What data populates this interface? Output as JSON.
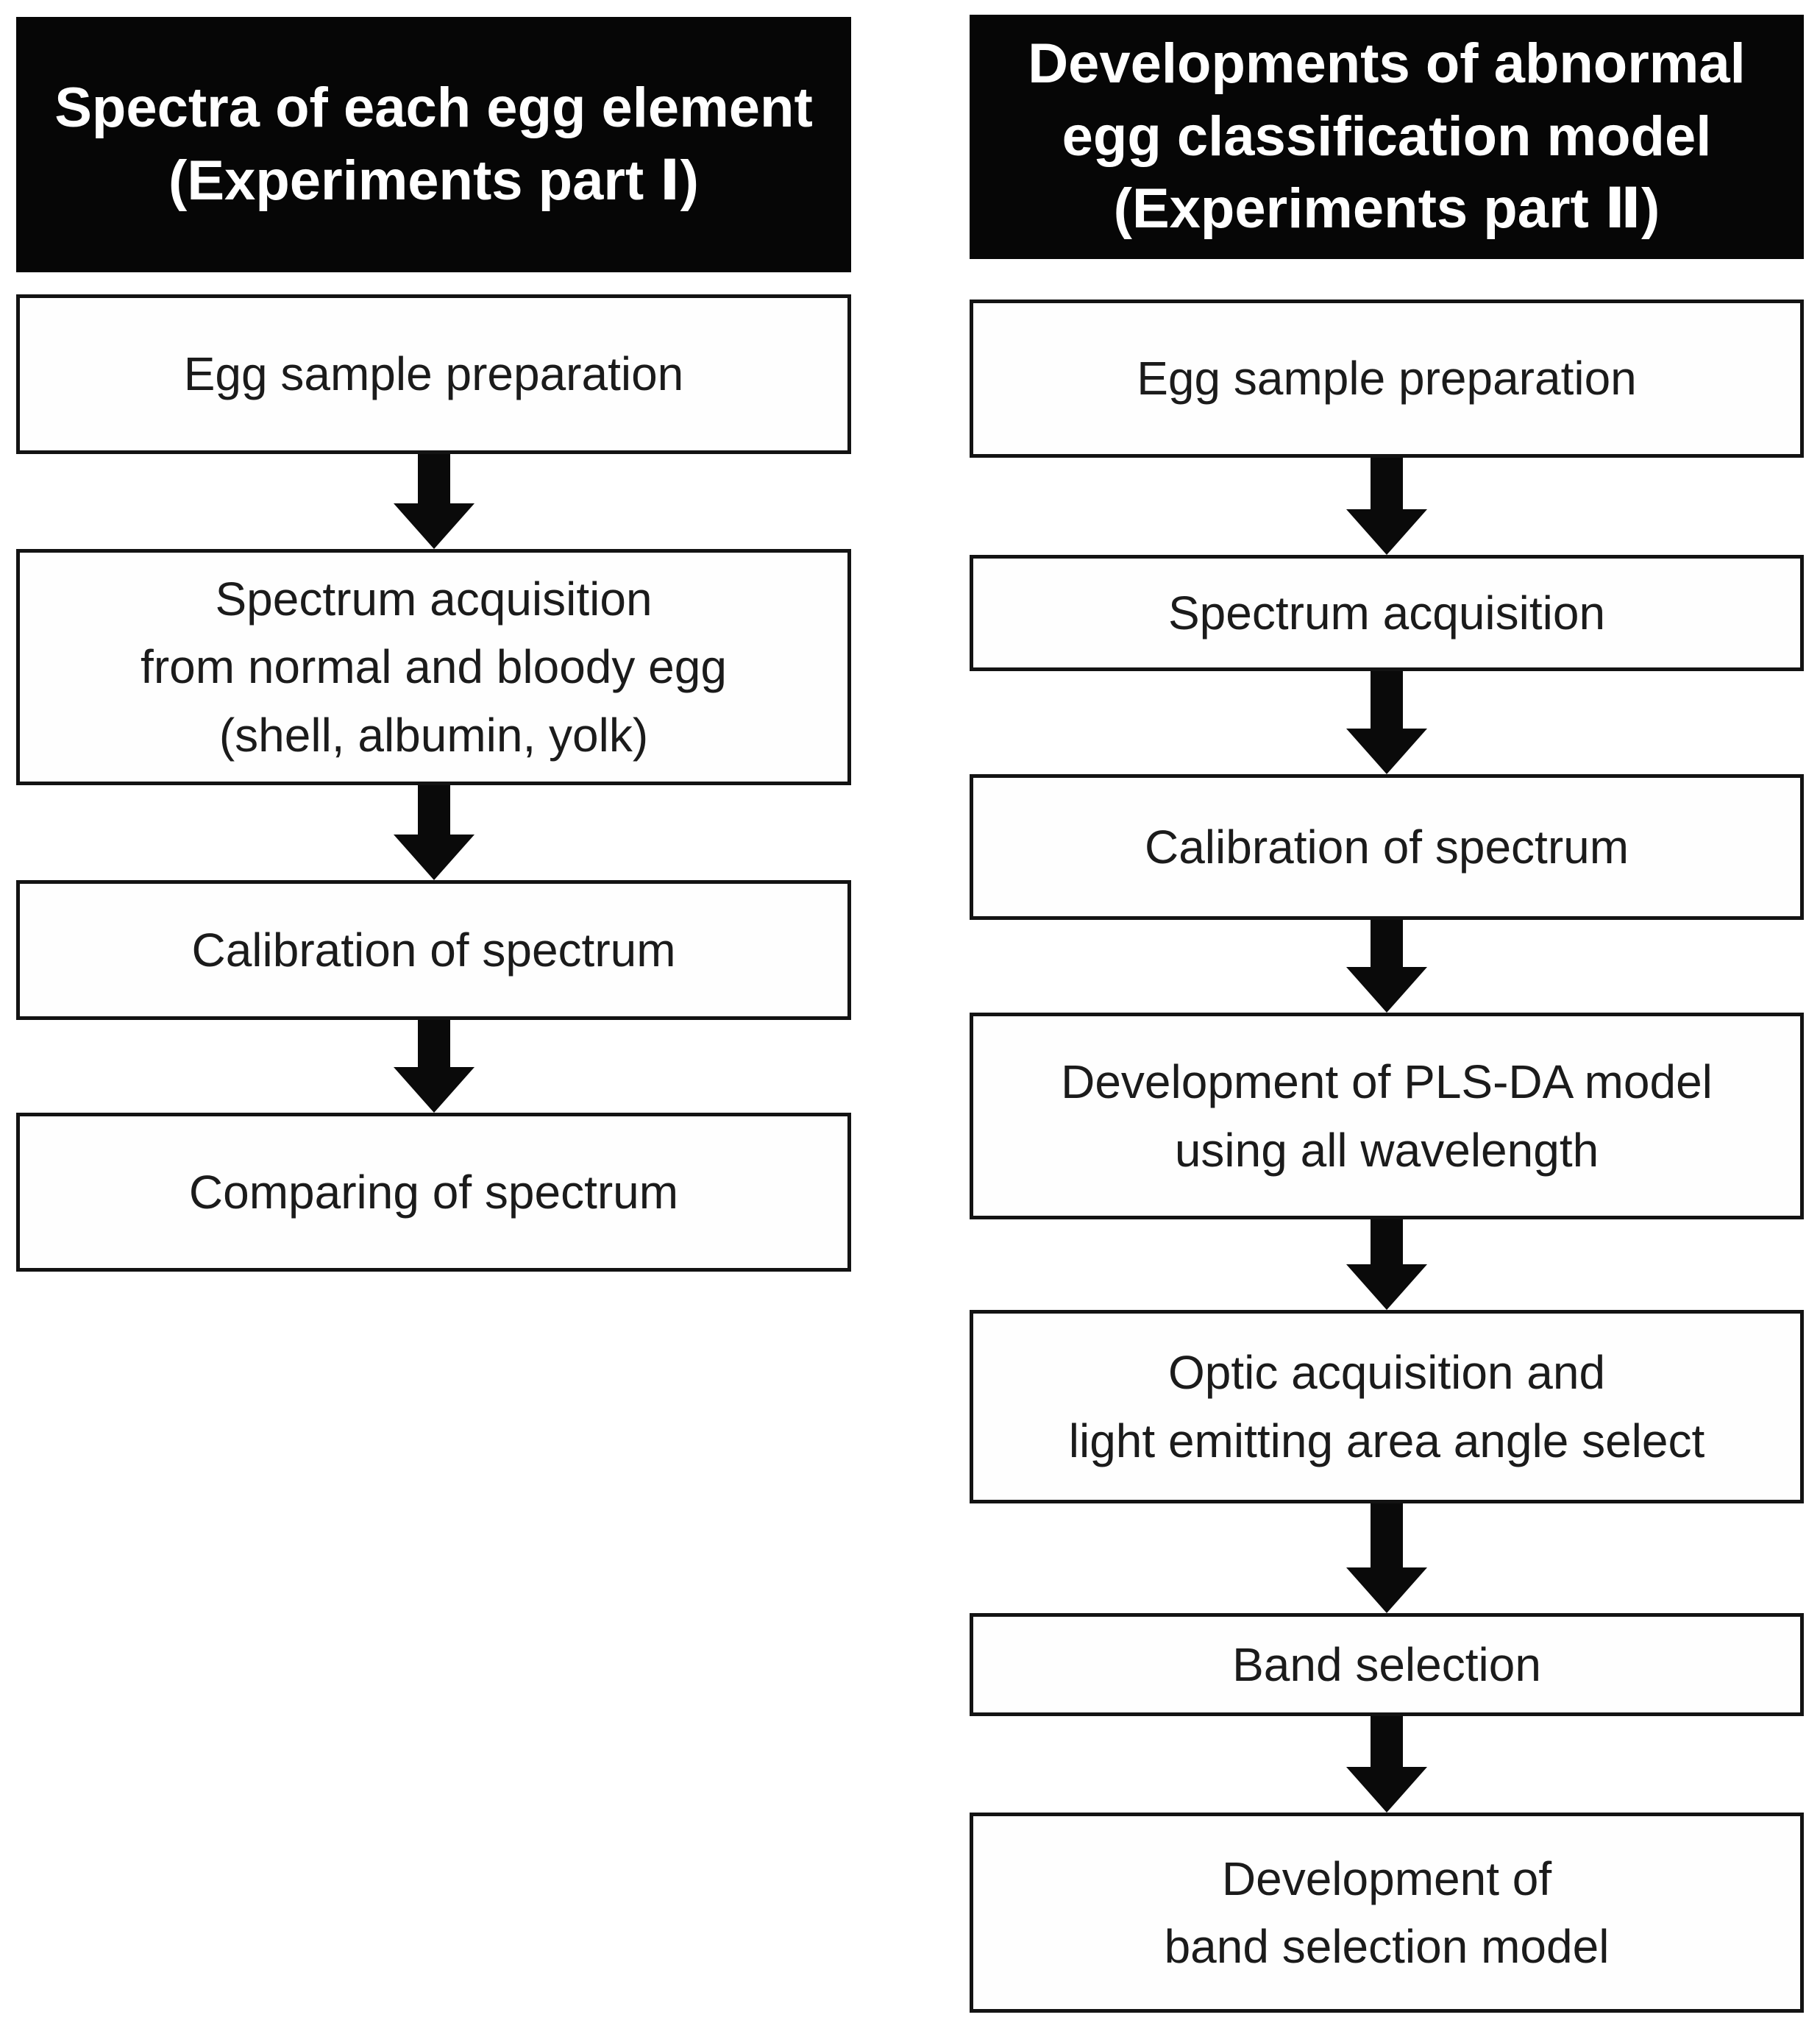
{
  "diagram": {
    "columns": [
      {
        "id": "experiments-part-1",
        "header": "Spectra of each egg element\n(Experiments part Ⅰ)",
        "steps": [
          "Egg sample preparation",
          "Spectrum acquisition\nfrom normal and bloody egg\n(shell, albumin, yolk)",
          "Calibration of spectrum",
          "Comparing of spectrum"
        ]
      },
      {
        "id": "experiments-part-2",
        "header": "Developments of abnormal\negg classification model\n(Experiments part Ⅱ)",
        "steps": [
          "Egg sample preparation",
          "Spectrum acquisition",
          "Calibration of spectrum",
          "Development of PLS-DA model\nusing all wavelength",
          "Optic acquisition and\nlight emitting area angle select",
          "Band selection",
          "Development of\nband selection model"
        ]
      }
    ],
    "colors": {
      "page_bg": "#ffffff",
      "header_bg": "#060606",
      "header_text": "#ffffff",
      "box_bg": "#fefefe",
      "box_border": "#131313",
      "box_text": "#1b1b1b",
      "arrow": "#0a0a0a"
    }
  }
}
